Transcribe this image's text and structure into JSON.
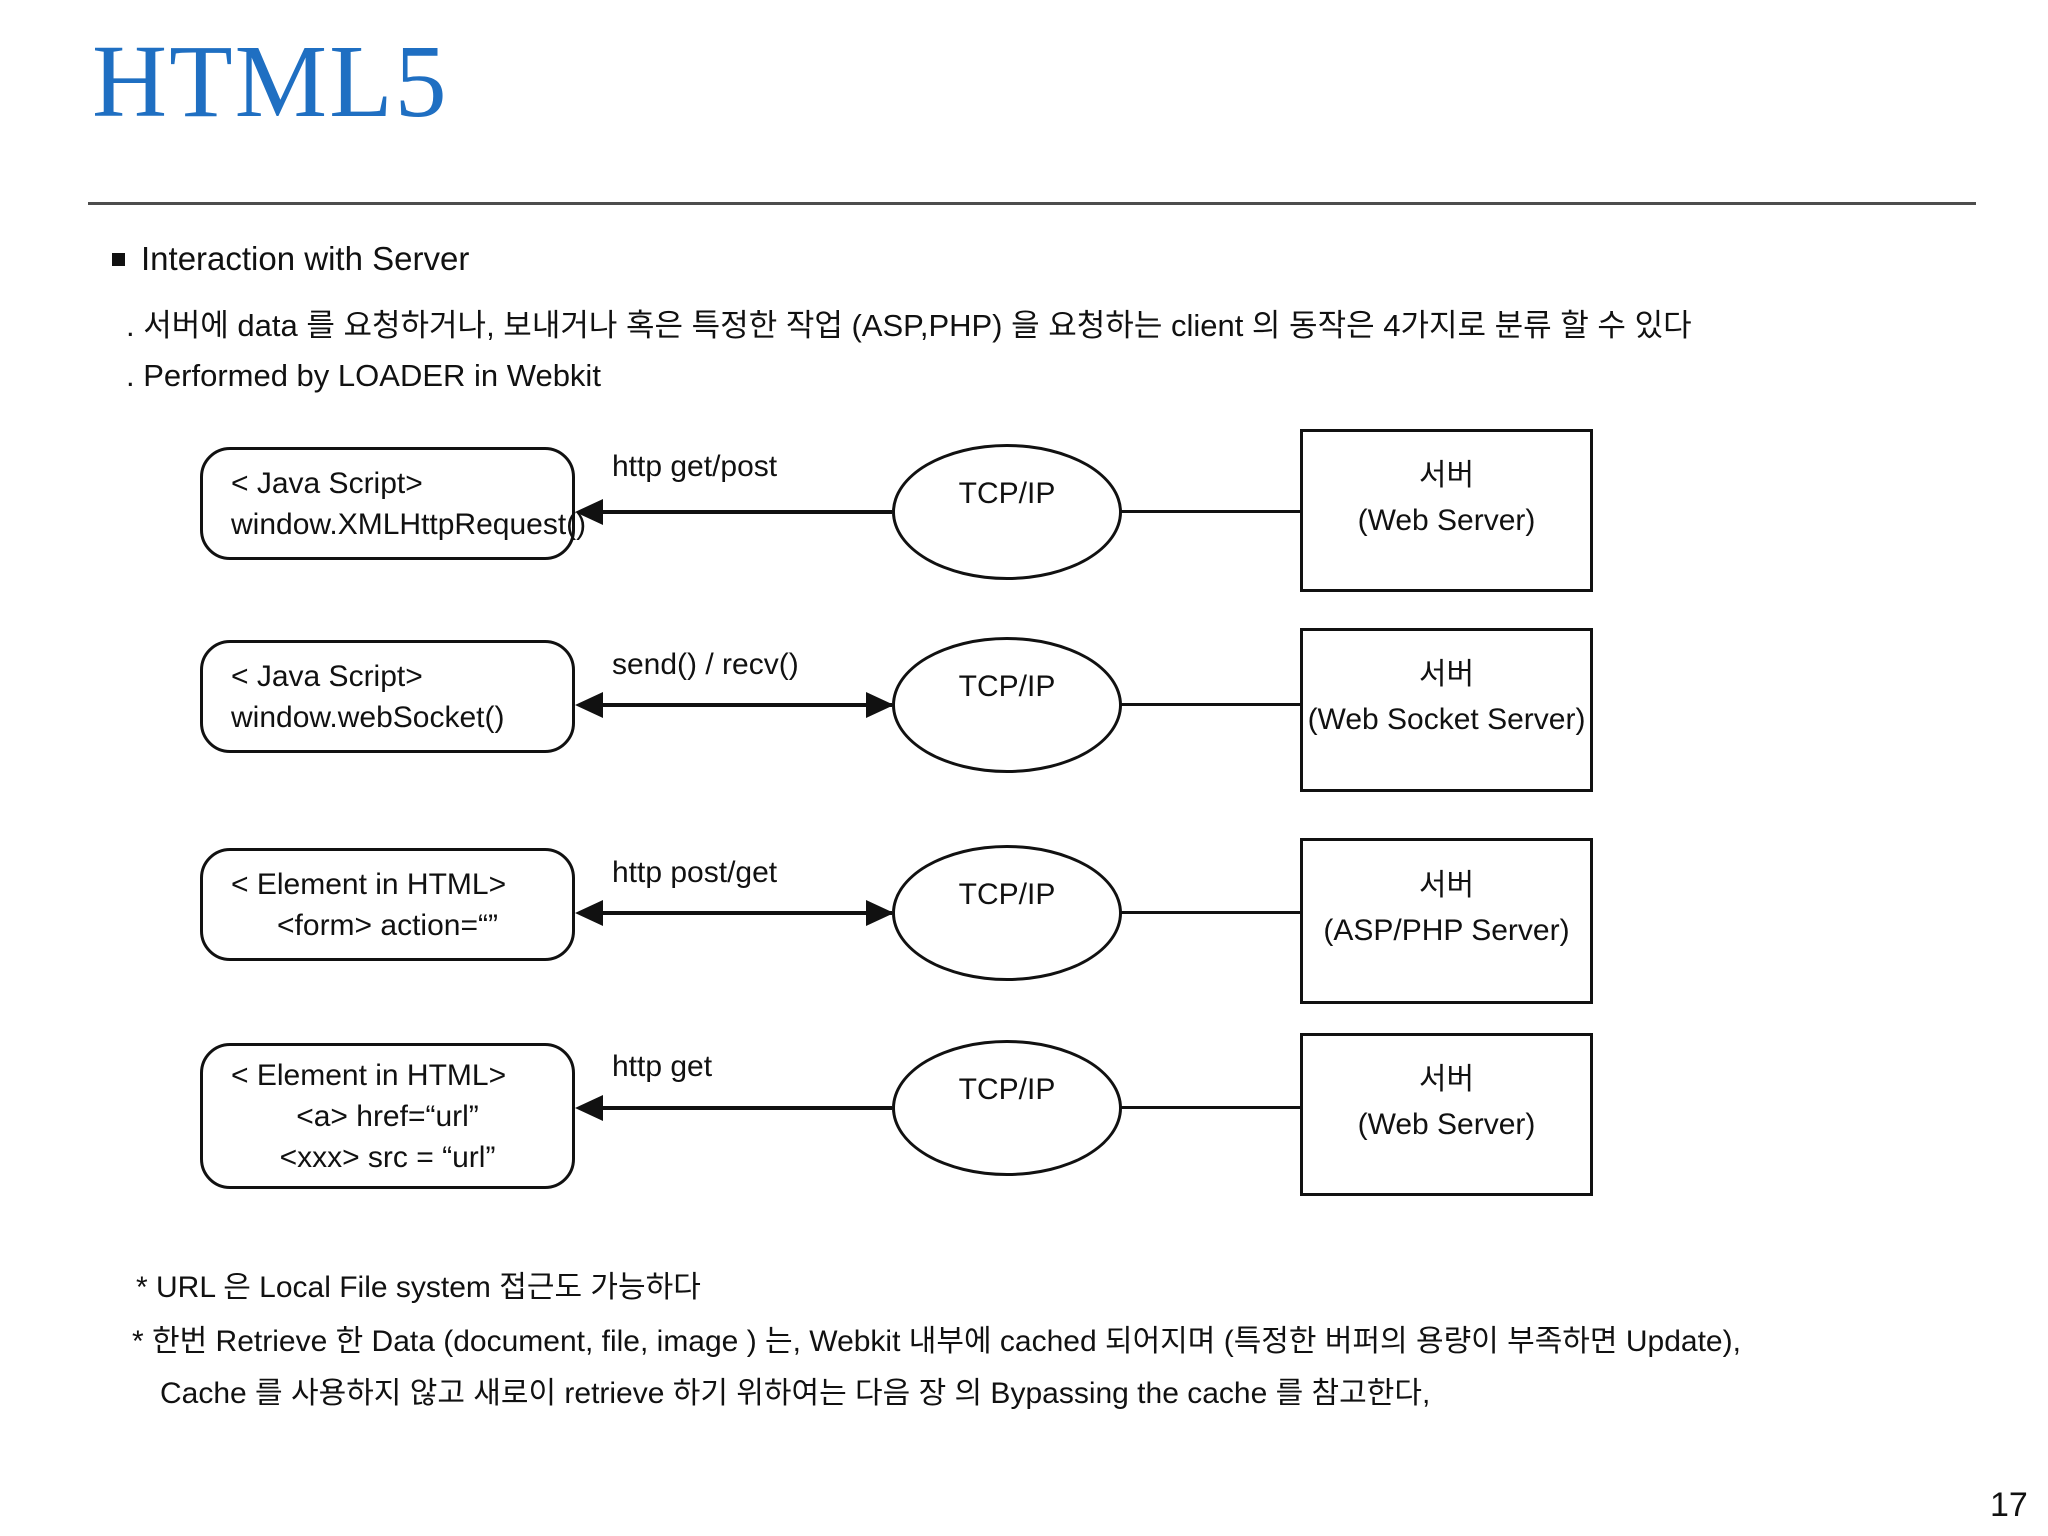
{
  "slide": {
    "title": "HTML5",
    "page_number": "17",
    "accent_color": "#1f6fc2"
  },
  "content": {
    "heading": "Interaction with Server",
    "sub_lines": [
      ". 서버에 data 를 요청하거나, 보내거나 혹은 특정한 작업 (ASP,PHP) 을 요청하는 client 의 동작은 4가지로 분류 할 수 있다",
      ". Performed by LOADER in Webkit"
    ]
  },
  "diagram": {
    "rows": [
      {
        "client_lines": [
          "< Java Script>",
          "window.XMLHttpRequest()"
        ],
        "arrow_label": "http get/post",
        "arrow_direction": "left-only",
        "node_label": "TCP/IP",
        "server_lines": [
          "서버",
          "(Web Server)"
        ]
      },
      {
        "client_lines": [
          "< Java Script>",
          "window.webSocket()"
        ],
        "arrow_label": "send() / recv()",
        "arrow_direction": "both",
        "node_label": "TCP/IP",
        "server_lines": [
          "서버",
          "(Web Socket Server)"
        ]
      },
      {
        "client_lines": [
          "< Element in HTML>",
          "<form> action=“”"
        ],
        "arrow_label": "http post/get",
        "arrow_direction": "both",
        "node_label": "TCP/IP",
        "server_lines": [
          "서버",
          "(ASP/PHP Server)"
        ]
      },
      {
        "client_lines": [
          "< Element in HTML>",
          "<a> href=“url”",
          "<xxx> src = “url”"
        ],
        "arrow_label": "http get",
        "arrow_direction": "left-only",
        "node_label": "TCP/IP",
        "server_lines": [
          "서버",
          "(Web Server)"
        ]
      }
    ]
  },
  "footnotes": [
    "* URL 은 Local File system 접근도 가능하다",
    "* 한번 Retrieve 한 Data (document, file, image ) 는, Webkit 내부에 cached 되어지며 (특정한 버퍼의 용량이 부족하면 Update),",
    "Cache 를 사용하지 않고 새로이 retrieve 하기 위하여는 다음 장 의 Bypassing the cache 를 참고한다,"
  ]
}
